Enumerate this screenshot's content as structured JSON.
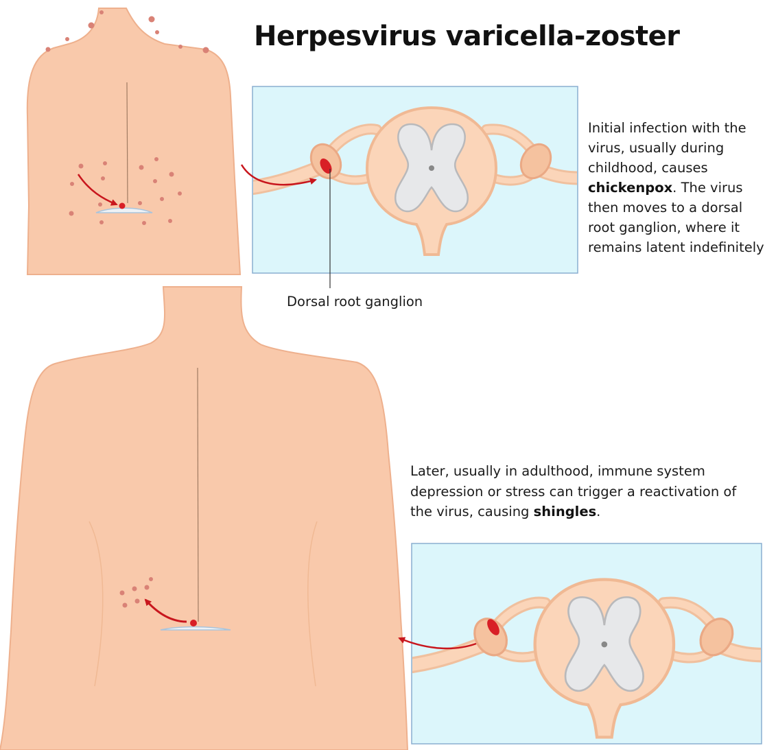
{
  "title": "Herpesvirus varicella-zoster",
  "caption_initial": {
    "before": "Initial infection with the virus, usually during childhood, causes ",
    "bold": "chickenpox",
    "after": ". The virus then moves to a dorsal root ganglion, where it remains latent indefinitely"
  },
  "caption_later": {
    "before": "Later, usually in adulthood, immune system depression or stress can trigger a reactivation of the virus, causing ",
    "bold": "shingles",
    "after": "."
  },
  "label_ganglion": "Dorsal root ganglion",
  "colors": {
    "skin": "#f9c9ab",
    "skin_outline": "#eeb08d",
    "spot": "#d98276",
    "virus": "#d81f26",
    "panel_bg": "#dcf6fb",
    "panel_border": "#8aaed0",
    "gray_matter": "#e7e8ea",
    "canal": "#888888",
    "arrow": "#c8161d"
  }
}
